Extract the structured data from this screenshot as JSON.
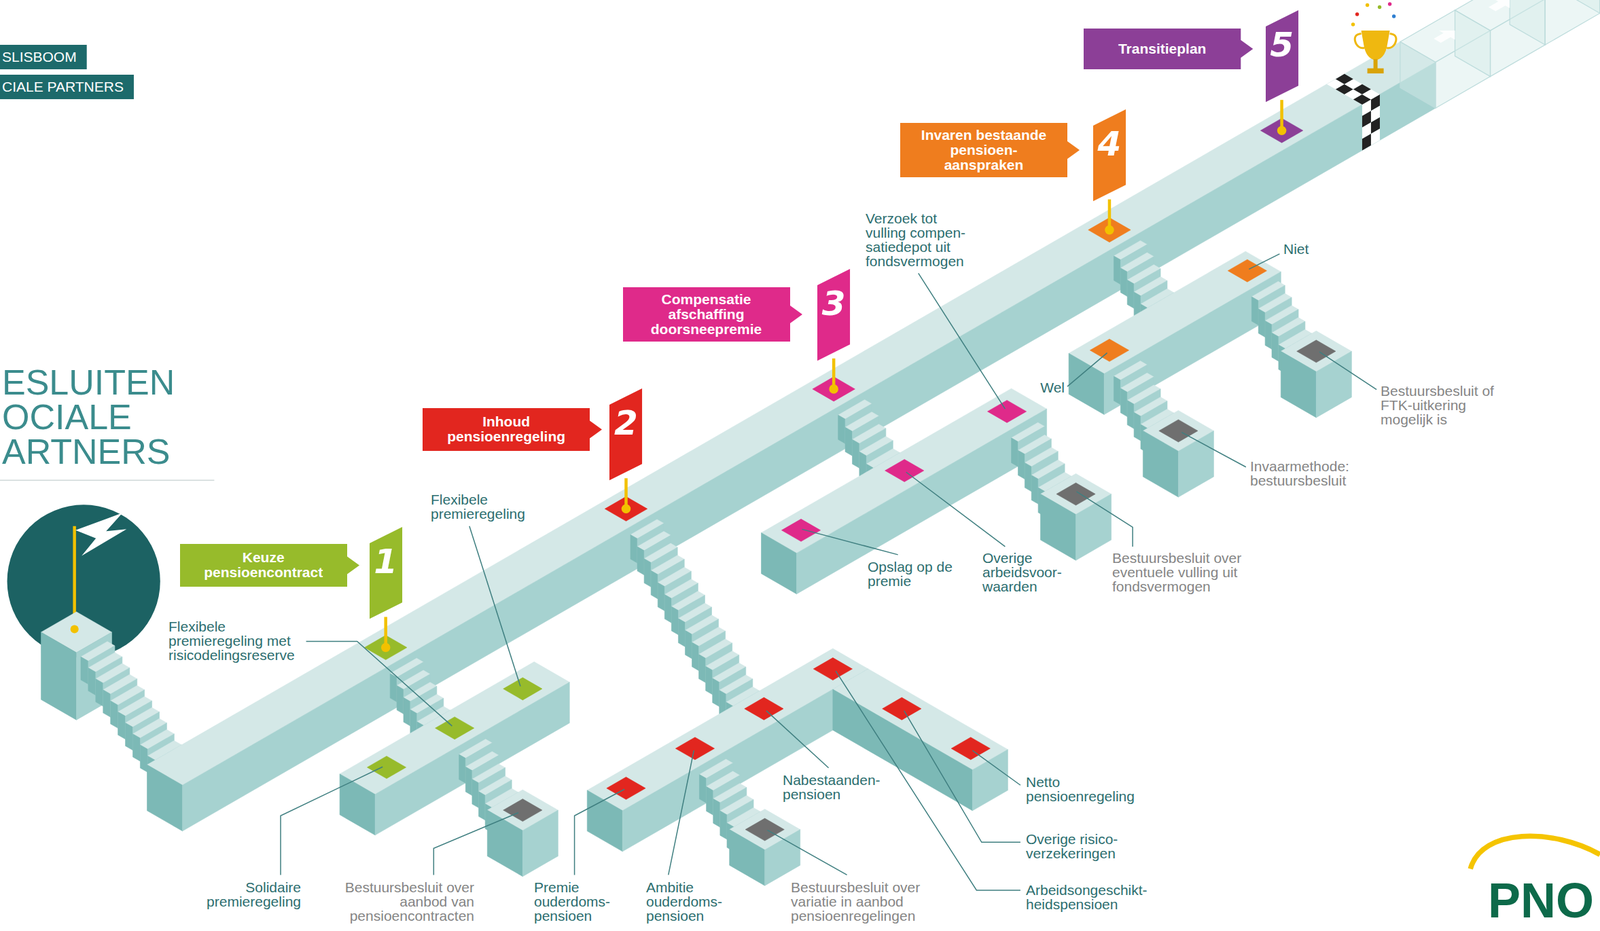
{
  "diagram": {
    "title": "ESLUITEN OCIALE ARTNERS",
    "nodes": [
      {
        "text": [
          "SLISBOOM"
        ]
      },
      {
        "text": [
          "CIALE PARTNERS"
        ]
      },
      {
        "text": [
          "Transitieplan"
        ]
      },
      {
        "text": [
          "5"
        ]
      },
      {
        "text": [
          "Invaren bestaande pensioen- aanspraken"
        ]
      },
      {
        "text": [
          "4"
        ]
      },
      {
        "text": [
          "Compensatie afschaffing doorsneepremie"
        ]
      },
      {
        "text": [
          "3"
        ]
      },
      {
        "text": [
          "Inhoud pensioenregeling"
        ]
      },
      {
        "text": [
          "2"
        ]
      },
      {
        "text": [
          "Keuze pensioencontract"
        ]
      },
      {
        "text": [
          "1"
        ]
      }
    ],
    "labels": [
      "Verzoek tot vulling compen- satiedepot uit fondsvermogen",
      "Niet",
      "Wel",
      "Bestuursbesluit of FTK-uitkering mogelijk is",
      "Invaarmethode: bestuursbesluit",
      "Flexibele premieregeling",
      "Opslag op de premie",
      "Overige arbeidsvoor- waarden",
      "Bestuursbesluit over eventuele vulling uit fondsvermogen",
      "Flexibele premieregeling met risicodelingsreserve",
      "Nabestaanden- pensioen",
      "Netto pensioenregeling",
      "Overige risico- verzekeringen",
      "Solidaire premieregeling",
      "Bestuursbesluit over aanbod van pensioencontracten",
      "Premie ouderdoms- pensioen",
      "Ambitie ouderdoms- pensioen",
      "Bestuursbesluit over variatie in aanbod pensioenregelingen",
      "Arbeidsongeschikt- heidspensioen",
      "PNO"
    ]
  }
}
